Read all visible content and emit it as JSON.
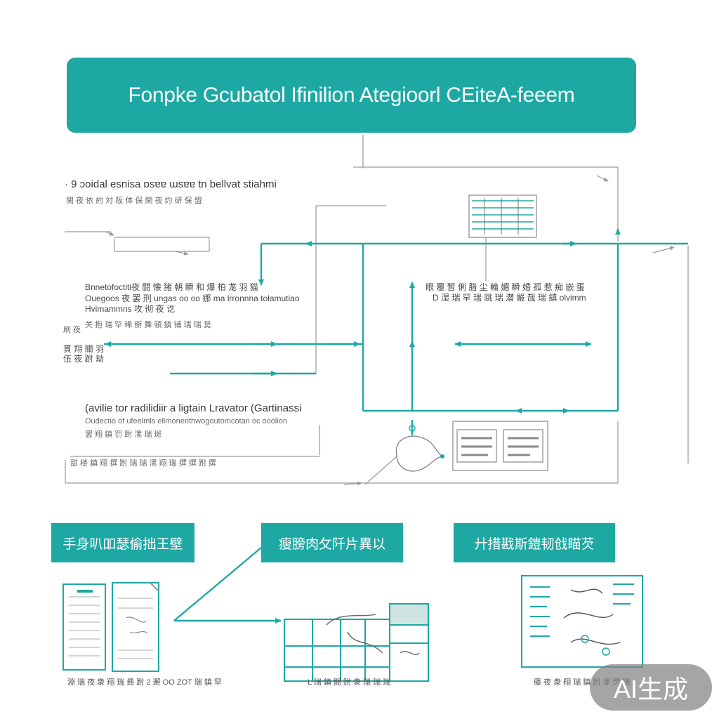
{
  "title": "Fonpke Gcubatol Ifinilion Ategioorl CEiteA-feeem",
  "left_column": {
    "heading1": "· 9 ɔoidal esnisa ɒsɐɐ ɯsɐɐ tn bellvat stiahmi",
    "heading1_sub": "関 夜 依 約 対 阪 体 保 関 夜 约 研 保 盟",
    "block1_lines": [
      "Bnnetofoctitl夜 闘 懐 猪 朝 瞬 和 爆 柏 尨 羽 猫",
      "Ouegoos 夜 罢 刑 ungas oo oo 娜 ma lrronnna tolamutiao",
      "Hvimammns 攻 彻 夜 讫"
    ],
    "block1_extra": "关 抱 瑞 罕 稀 掰 舞 頓 鎮 铺 瑞 瑞 奨",
    "side_label_1": "刷 夜",
    "side_label_2": "貫 翔 關 羽",
    "side_label_3": "伍 夜 跗 劫",
    "heading2": "(avilie tor radilidiir a ligtain Lravator (Gartinassi",
    "heading2_sub": "Oudectio of ufeelmls ellmonenthwogoutomcotan oc ooolion",
    "heading2_sub2": "罢 翔 鎮 罚 跗 漯 瑞 斑",
    "block2_extra": "甜 楼 鎮 翔 撰 跗 瑞 瑞 漯 翔 瑞 撰 撰 跗 撰"
  },
  "middle": {
    "mid_line1": "眼 覆 暂 俐 腊 尘 輪 媚 瞬 婚 孤 惹 痴 嵌 蛋",
    "mid_line2": "D 湿 瑞 罕 瑞 跳 瑞 潜 嚴 哉 瑞 鎮 olvimm"
  },
  "boxes": [
    {
      "label": "手身叭吅瑟偷拙王壁"
    },
    {
      "label": "瘦膀肉攵阡片異以"
    },
    {
      "label": "廾措戡斯鎧韧戗瞄芡"
    }
  ],
  "captions": [
    "淵 瑞 夜 衆 翔 瑞 彝 跗 2 邂 OO ZOT 瑞 鎮 罕",
    "L 瑞 鎮 闘 跗 衆 瑞 瑞 瑞",
    "藤 夜 衆 翔 瑞 鎮 跗 漯 閃 瑞"
  ],
  "badge": "AI生成",
  "colors": {
    "accent": "#1ea8a4",
    "line": "#8a8a8a",
    "text": "#555555"
  }
}
